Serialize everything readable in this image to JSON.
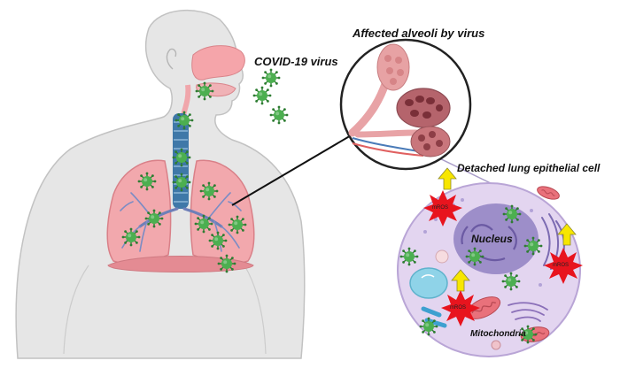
{
  "labels": {
    "covid_virus": "COVID-19 virus",
    "affected_alveoli": "Affected alveoli by virus",
    "detached_cell": "Detached lung epithelial cell",
    "nucleus": "Nucleus",
    "mitochondria": "Mitochondria",
    "ros": "mROS"
  },
  "colors": {
    "body": "#e8e8e8",
    "body_outline": "#bdbdbd",
    "lung": "#f2a8ad",
    "trachea": "#3f78a8",
    "virus": "#4caf50",
    "cell": "#e3d5f0",
    "nucleus": "#9d8ec9",
    "ros_burst": "#e8141e",
    "arrow": "#f7e600"
  }
}
